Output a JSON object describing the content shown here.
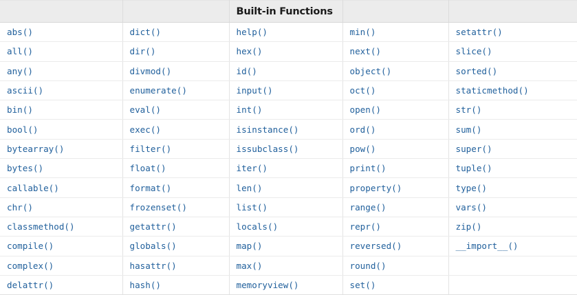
{
  "table": {
    "title": "Built-in Functions",
    "title_column_index": 2,
    "column_count": 5,
    "row_count": 14,
    "header_cells": [
      "",
      "",
      "Built-in Functions",
      "",
      ""
    ],
    "colors": {
      "link_text": "#21609c",
      "header_background": "#ececec",
      "header_text": "#1b1b1b",
      "row_background": "#ffffff",
      "border": "#e3e3e3",
      "page_background": "#f7f7f7"
    },
    "columns": [
      {
        "index": 0,
        "items": [
          "abs()",
          "all()",
          "any()",
          "ascii()",
          "bin()",
          "bool()",
          "bytearray()",
          "bytes()",
          "callable()",
          "chr()",
          "classmethod()",
          "compile()",
          "complex()",
          "delattr()"
        ]
      },
      {
        "index": 1,
        "items": [
          "dict()",
          "dir()",
          "divmod()",
          "enumerate()",
          "eval()",
          "exec()",
          "filter()",
          "float()",
          "format()",
          "frozenset()",
          "getattr()",
          "globals()",
          "hasattr()",
          "hash()"
        ]
      },
      {
        "index": 2,
        "items": [
          "help()",
          "hex()",
          "id()",
          "input()",
          "int()",
          "isinstance()",
          "issubclass()",
          "iter()",
          "len()",
          "list()",
          "locals()",
          "map()",
          "max()",
          "memoryview()"
        ]
      },
      {
        "index": 3,
        "items": [
          "min()",
          "next()",
          "object()",
          "oct()",
          "open()",
          "ord()",
          "pow()",
          "print()",
          "property()",
          "range()",
          "repr()",
          "reversed()",
          "round()",
          "set()"
        ]
      },
      {
        "index": 4,
        "items": [
          "setattr()",
          "slice()",
          "sorted()",
          "staticmethod()",
          "str()",
          "sum()",
          "super()",
          "tuple()",
          "type()",
          "vars()",
          "zip()",
          "__import__()",
          "",
          ""
        ]
      }
    ],
    "rows": [
      [
        "abs()",
        "dict()",
        "help()",
        "min()",
        "setattr()"
      ],
      [
        "all()",
        "dir()",
        "hex()",
        "next()",
        "slice()"
      ],
      [
        "any()",
        "divmod()",
        "id()",
        "object()",
        "sorted()"
      ],
      [
        "ascii()",
        "enumerate()",
        "input()",
        "oct()",
        "staticmethod()"
      ],
      [
        "bin()",
        "eval()",
        "int()",
        "open()",
        "str()"
      ],
      [
        "bool()",
        "exec()",
        "isinstance()",
        "ord()",
        "sum()"
      ],
      [
        "bytearray()",
        "filter()",
        "issubclass()",
        "pow()",
        "super()"
      ],
      [
        "bytes()",
        "float()",
        "iter()",
        "print()",
        "tuple()"
      ],
      [
        "callable()",
        "format()",
        "len()",
        "property()",
        "type()"
      ],
      [
        "chr()",
        "frozenset()",
        "list()",
        "range()",
        "vars()"
      ],
      [
        "classmethod()",
        "getattr()",
        "locals()",
        "repr()",
        "zip()"
      ],
      [
        "compile()",
        "globals()",
        "map()",
        "reversed()",
        "__import__()"
      ],
      [
        "complex()",
        "hasattr()",
        "max()",
        "round()",
        ""
      ],
      [
        "delattr()",
        "hash()",
        "memoryview()",
        "set()",
        ""
      ]
    ]
  }
}
